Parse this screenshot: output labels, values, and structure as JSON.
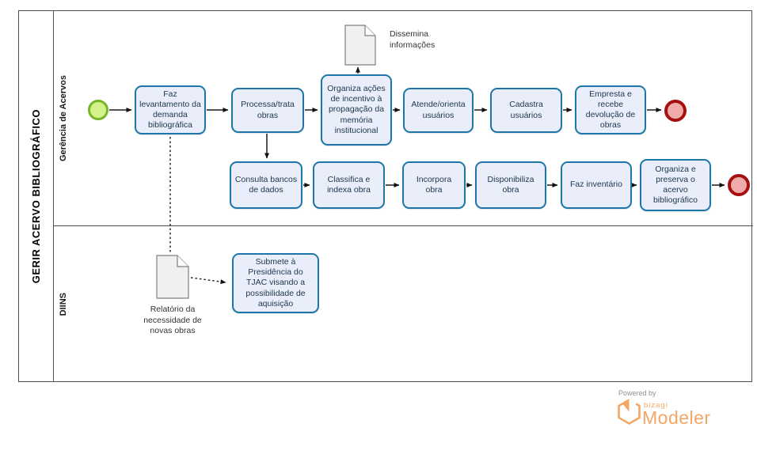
{
  "pool": {
    "title": "GERIR ACERVO BIBLIOGRÁFICO",
    "lanes": [
      {
        "label": "Gerência de Acervos"
      },
      {
        "label": "DIINS"
      }
    ]
  },
  "tasks": [
    {
      "label": "Faz levantamento da demanda bibliográfica"
    },
    {
      "label": "Processa/trata obras"
    },
    {
      "label": "Organiza ações de incentivo à propagação da memória institucional"
    },
    {
      "label": "Atende/orienta usuários"
    },
    {
      "label": "Cadastra usuários"
    },
    {
      "label": "Empresta e recebe devolução de obras"
    },
    {
      "label": "Consulta bancos de dados"
    },
    {
      "label": "Classifica e indexa obra"
    },
    {
      "label": "Incorpora obra"
    },
    {
      "label": "Disponibiliza obra"
    },
    {
      "label": "Faz inventário"
    },
    {
      "label": "Organiza e preserva o acervo bibliográfico"
    },
    {
      "label": "Submete à Presidência do TJAC visando a possibilidade de aquisição"
    }
  ],
  "documents": [
    {
      "label": "Dissemina informações"
    },
    {
      "label": "Relatório da necessidade de novas obras"
    }
  ],
  "events": {
    "start": "start-event",
    "end_top": "end-event",
    "end_bottom": "end-event"
  },
  "footer": {
    "powered_by": "Powered by",
    "brand_name": "bizagi",
    "product_name": "Modeler"
  },
  "colors": {
    "task_fill": "#e9eefa",
    "task_border": "#1e76a8",
    "start_event_fill": "#d3f28b",
    "start_event_border": "#76b52a",
    "end_event_fill": "#efabab",
    "end_event_border": "#a50f0f",
    "document_fill": "#f0f0f0",
    "document_border": "#7f7f7f",
    "logo_orange": "#f4a765",
    "connector": "#1a1a1a"
  }
}
